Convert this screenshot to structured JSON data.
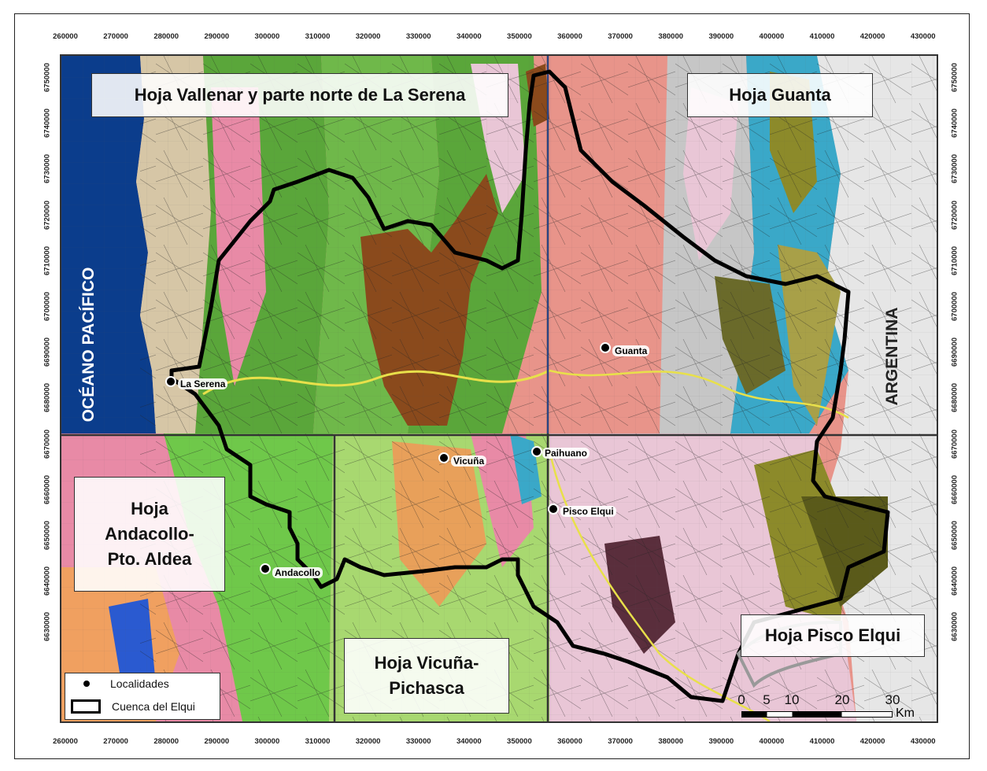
{
  "x_ticks": [
    "260000",
    "270000",
    "280000",
    "290000",
    "300000",
    "310000",
    "320000",
    "330000",
    "340000",
    "350000",
    "360000",
    "370000",
    "380000",
    "390000",
    "400000",
    "410000",
    "420000",
    "430000"
  ],
  "y_ticks": [
    "6750000",
    "6740000",
    "6730000",
    "6720000",
    "6710000",
    "6700000",
    "6690000",
    "6680000",
    "6670000",
    "6660000",
    "6650000",
    "6640000",
    "6630000"
  ],
  "sheets": {
    "vallenar": "Hoja Vallenar y parte norte de La Serena",
    "guanta": "Hoja Guanta",
    "andacollo": [
      "Hoja",
      "Andacollo-",
      "Pto. Aldea"
    ],
    "vicuna": [
      "Hoja Vicuña-",
      "Pichasca"
    ],
    "pisco": "Hoja Pisco Elqui"
  },
  "regions": {
    "ocean": "OCÉANO PACÍFICO",
    "argentina": "ARGENTINA"
  },
  "places": {
    "la_serena": "La Serena",
    "guanta": "Guanta",
    "vicuna": "Vicuña",
    "paihuano": "Paihuano",
    "pisco_elqui": "Pisco Elqui",
    "andacollo": "Andacollo"
  },
  "legend": {
    "localidades": "Localidades",
    "cuenca": "Cuenca del Elqui"
  },
  "scale": {
    "ticks": [
      "0",
      "5",
      "10",
      "20",
      "30"
    ],
    "unit": "Km"
  },
  "colors": {
    "ocean": "#0b3d8c",
    "argentina": "#e6e6e6",
    "green": "#5aa63a",
    "pink": "#e88aa6",
    "salmon": "#e8948a",
    "brown": "#8a4a1c",
    "olive": "#8c8a2a",
    "cyan": "#3aa8c8",
    "grey": "#b8b8b8",
    "yellow": "#e8e04a",
    "basin_outline": "#000000"
  }
}
